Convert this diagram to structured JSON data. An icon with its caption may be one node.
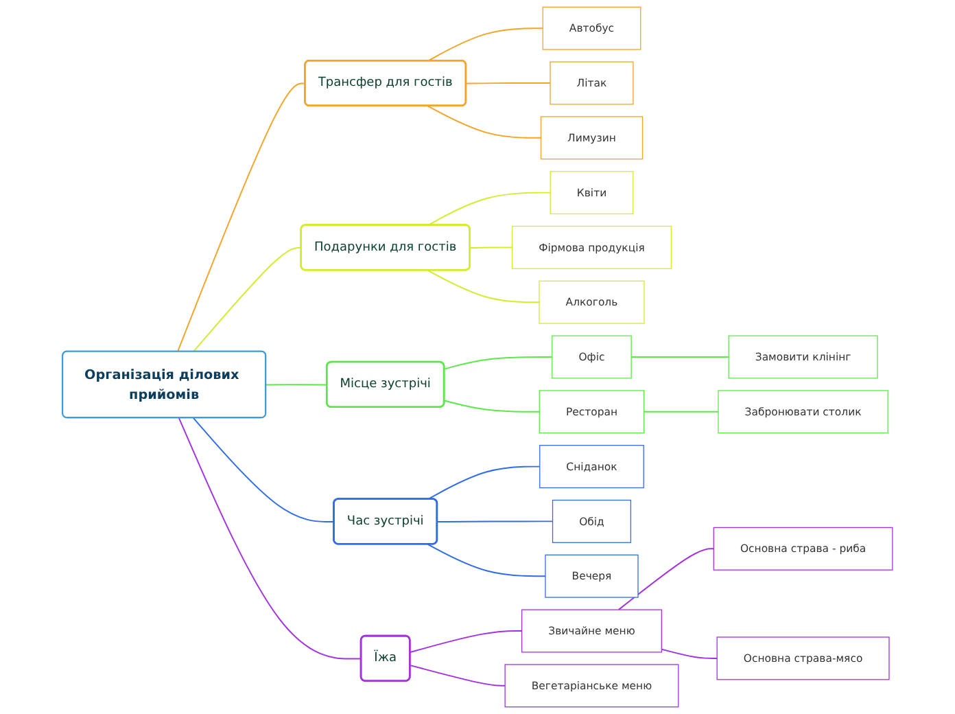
{
  "diagram": {
    "nodes": [
      {
        "text": [
          "Організація ділових прийомів"
        ]
      },
      {
        "text": [
          "Трансфер для гостів"
        ]
      },
      {
        "text": [
          "Автобус"
        ]
      },
      {
        "text": [
          "Літак"
        ]
      },
      {
        "text": [
          "Лимузин"
        ]
      },
      {
        "text": [
          "Подарунки для гостів"
        ]
      },
      {
        "text": [
          "Квіти"
        ]
      },
      {
        "text": [
          "Фірмова продукція"
        ]
      },
      {
        "text": [
          "Алкоголь"
        ]
      },
      {
        "text": [
          "Місце зустрічі"
        ]
      },
      {
        "text": [
          "Офіс"
        ]
      },
      {
        "text": [
          "Замовити клінінг"
        ]
      },
      {
        "text": [
          "Ресторан"
        ]
      },
      {
        "text": [
          "Забронювати столик"
        ]
      },
      {
        "text": [
          "Час зустрічі"
        ]
      },
      {
        "text": [
          "Сніданок"
        ]
      },
      {
        "text": [
          "Обід"
        ]
      },
      {
        "text": [
          "Вечеря"
        ]
      },
      {
        "text": [
          "Їжа"
        ]
      },
      {
        "text": [
          "Вегетаріанське меню"
        ]
      },
      {
        "text": [
          "Звичайне меню"
        ]
      },
      {
        "text": [
          "Основна страва - риба"
        ]
      },
      {
        "text": [
          "Основна страва-мясо"
        ]
      }
    ],
    "edges": [
      {
        "from": 0,
        "to": 1,
        "arrow": "none",
        "color": "#f7a325"
      },
      {
        "from": 1,
        "to": 2,
        "arrow": "none",
        "color": "#f7a325"
      },
      {
        "from": 1,
        "to": 3,
        "arrow": "none",
        "color": "#f7a325"
      },
      {
        "from": 1,
        "to": 4,
        "arrow": "none",
        "color": "#f7a325"
      },
      {
        "from": 0,
        "to": 5,
        "arrow": "none",
        "color": "#d4ec2a"
      },
      {
        "from": 5,
        "to": 6,
        "arrow": "none",
        "color": "#d4ec2a"
      },
      {
        "from": 5,
        "to": 7,
        "arrow": "none",
        "color": "#d4ec2a"
      },
      {
        "from": 5,
        "to": 8,
        "arrow": "none",
        "color": "#d4ec2a"
      },
      {
        "from": 0,
        "to": 9,
        "arrow": "none",
        "color": "#5de84a"
      },
      {
        "from": 9,
        "to": 10,
        "arrow": "none",
        "color": "#5de84a"
      },
      {
        "from": 10,
        "to": 11,
        "arrow": "none",
        "color": "#5de84a"
      },
      {
        "from": 9,
        "to": 12,
        "arrow": "none",
        "color": "#5de84a"
      },
      {
        "from": 12,
        "to": 13,
        "arrow": "none",
        "color": "#5de84a"
      },
      {
        "from": 0,
        "to": 14,
        "arrow": "none",
        "color": "#2f6de8"
      },
      {
        "from": 14,
        "to": 15,
        "arrow": "none",
        "color": "#2f6de8"
      },
      {
        "from": 14,
        "to": 16,
        "arrow": "none",
        "color": "#2f6de8"
      },
      {
        "from": 14,
        "to": 17,
        "arrow": "none",
        "color": "#2f6de8"
      },
      {
        "from": 0,
        "to": 18,
        "arrow": "none",
        "color": "#a431e0"
      },
      {
        "from": 18,
        "to": 19,
        "arrow": "none",
        "color": "#a431e0"
      },
      {
        "from": 18,
        "to": 20,
        "arrow": "none",
        "color": "#a431e0"
      },
      {
        "from": 20,
        "to": 21,
        "arrow": "none",
        "color": "#a431e0"
      },
      {
        "from": 20,
        "to": 22,
        "arrow": "none",
        "color": "#a431e0"
      }
    ]
  }
}
